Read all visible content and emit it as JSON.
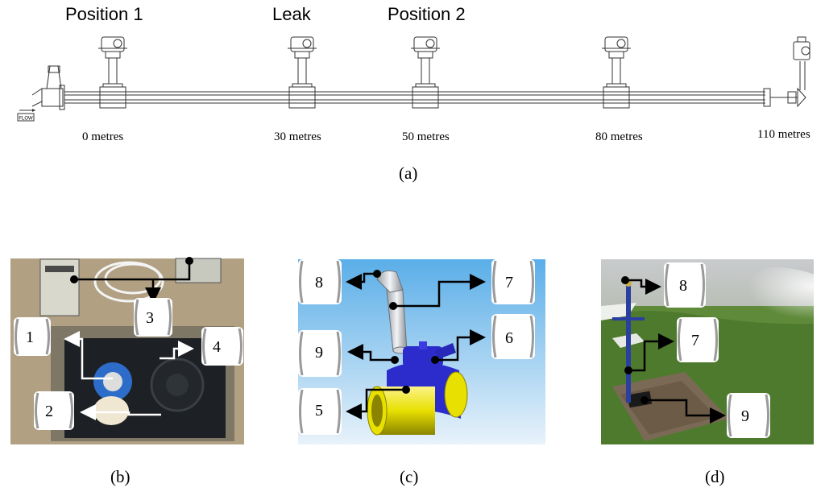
{
  "panel_a": {
    "positions": [
      "Position 1",
      "Leak",
      "Position 2"
    ],
    "distances": [
      "0 metres",
      "30 metres",
      "50 metres",
      "80 metres",
      "110 metres"
    ],
    "flow_label": "FLOW",
    "caption": "(a)"
  },
  "panel_b": {
    "labels": [
      "1",
      "2",
      "3",
      "4"
    ],
    "caption": "(b)"
  },
  "panel_c": {
    "labels": [
      "8",
      "7",
      "9",
      "6",
      "5"
    ],
    "caption": "(c)"
  },
  "panel_d": {
    "labels": [
      "8",
      "7",
      "9"
    ],
    "caption": "(d)"
  },
  "colors": {
    "cad_blue_top": "#5aaee8",
    "cad_blue_bottom": "#e8f2fa",
    "valve_blue": "#2c2ccc",
    "pipe_yellow": "#e8e000",
    "grass": "#5f8a3a"
  }
}
